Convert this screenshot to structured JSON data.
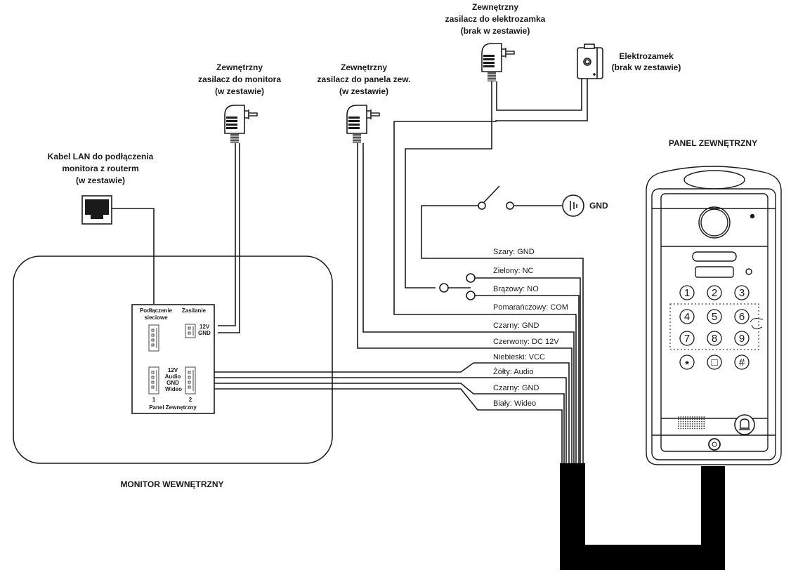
{
  "labels": {
    "lock_psu": [
      "Zewnętrzny",
      "zasilacz do elektrozamka",
      "(brak w zestawie)"
    ],
    "lock": [
      "Elektrozamek",
      "(brak w zestawie)"
    ],
    "monitor_psu": [
      "Zewnętrzny",
      "zasilacz do monitora",
      "(w zestawie)"
    ],
    "panel_psu": [
      "Zewnętrzny",
      "zasilacz do panela zew.",
      "(w zestawie)"
    ],
    "lan": [
      "Kabel LAN do podłączenia",
      "monitora z routerm",
      "(w zestawie)"
    ],
    "exit_button_gnd": "GND",
    "outdoor_panel_title": "PANEL ZEWNĘTRZNY",
    "indoor_monitor_title": "MONITOR WEWNĘTRZNY"
  },
  "connector_box": {
    "network": [
      "Podłączenie",
      "sieciowe"
    ],
    "power": "Zasilanie",
    "power_pins": [
      "12V",
      "GND"
    ],
    "panel_pins": [
      "12V",
      "Audio",
      "GND",
      "Wideo"
    ],
    "port_1": "1",
    "port_2": "2",
    "panel_label": "Panel Zewnętrzny"
  },
  "wires": [
    "Szary: GND",
    "Zielony: NC",
    "Brązowy: NO",
    "Pomarańczowy: COM",
    "Czarny: GND",
    "Czerwony: DC 12V",
    "Niebieski: VCC",
    "Żółty: Audio",
    "Czarny: GND",
    "Biały: Wideo"
  ],
  "keypad": [
    "1",
    "2",
    "3",
    "4",
    "5",
    "6",
    "7",
    "8",
    "9",
    "*",
    "□",
    "#"
  ]
}
